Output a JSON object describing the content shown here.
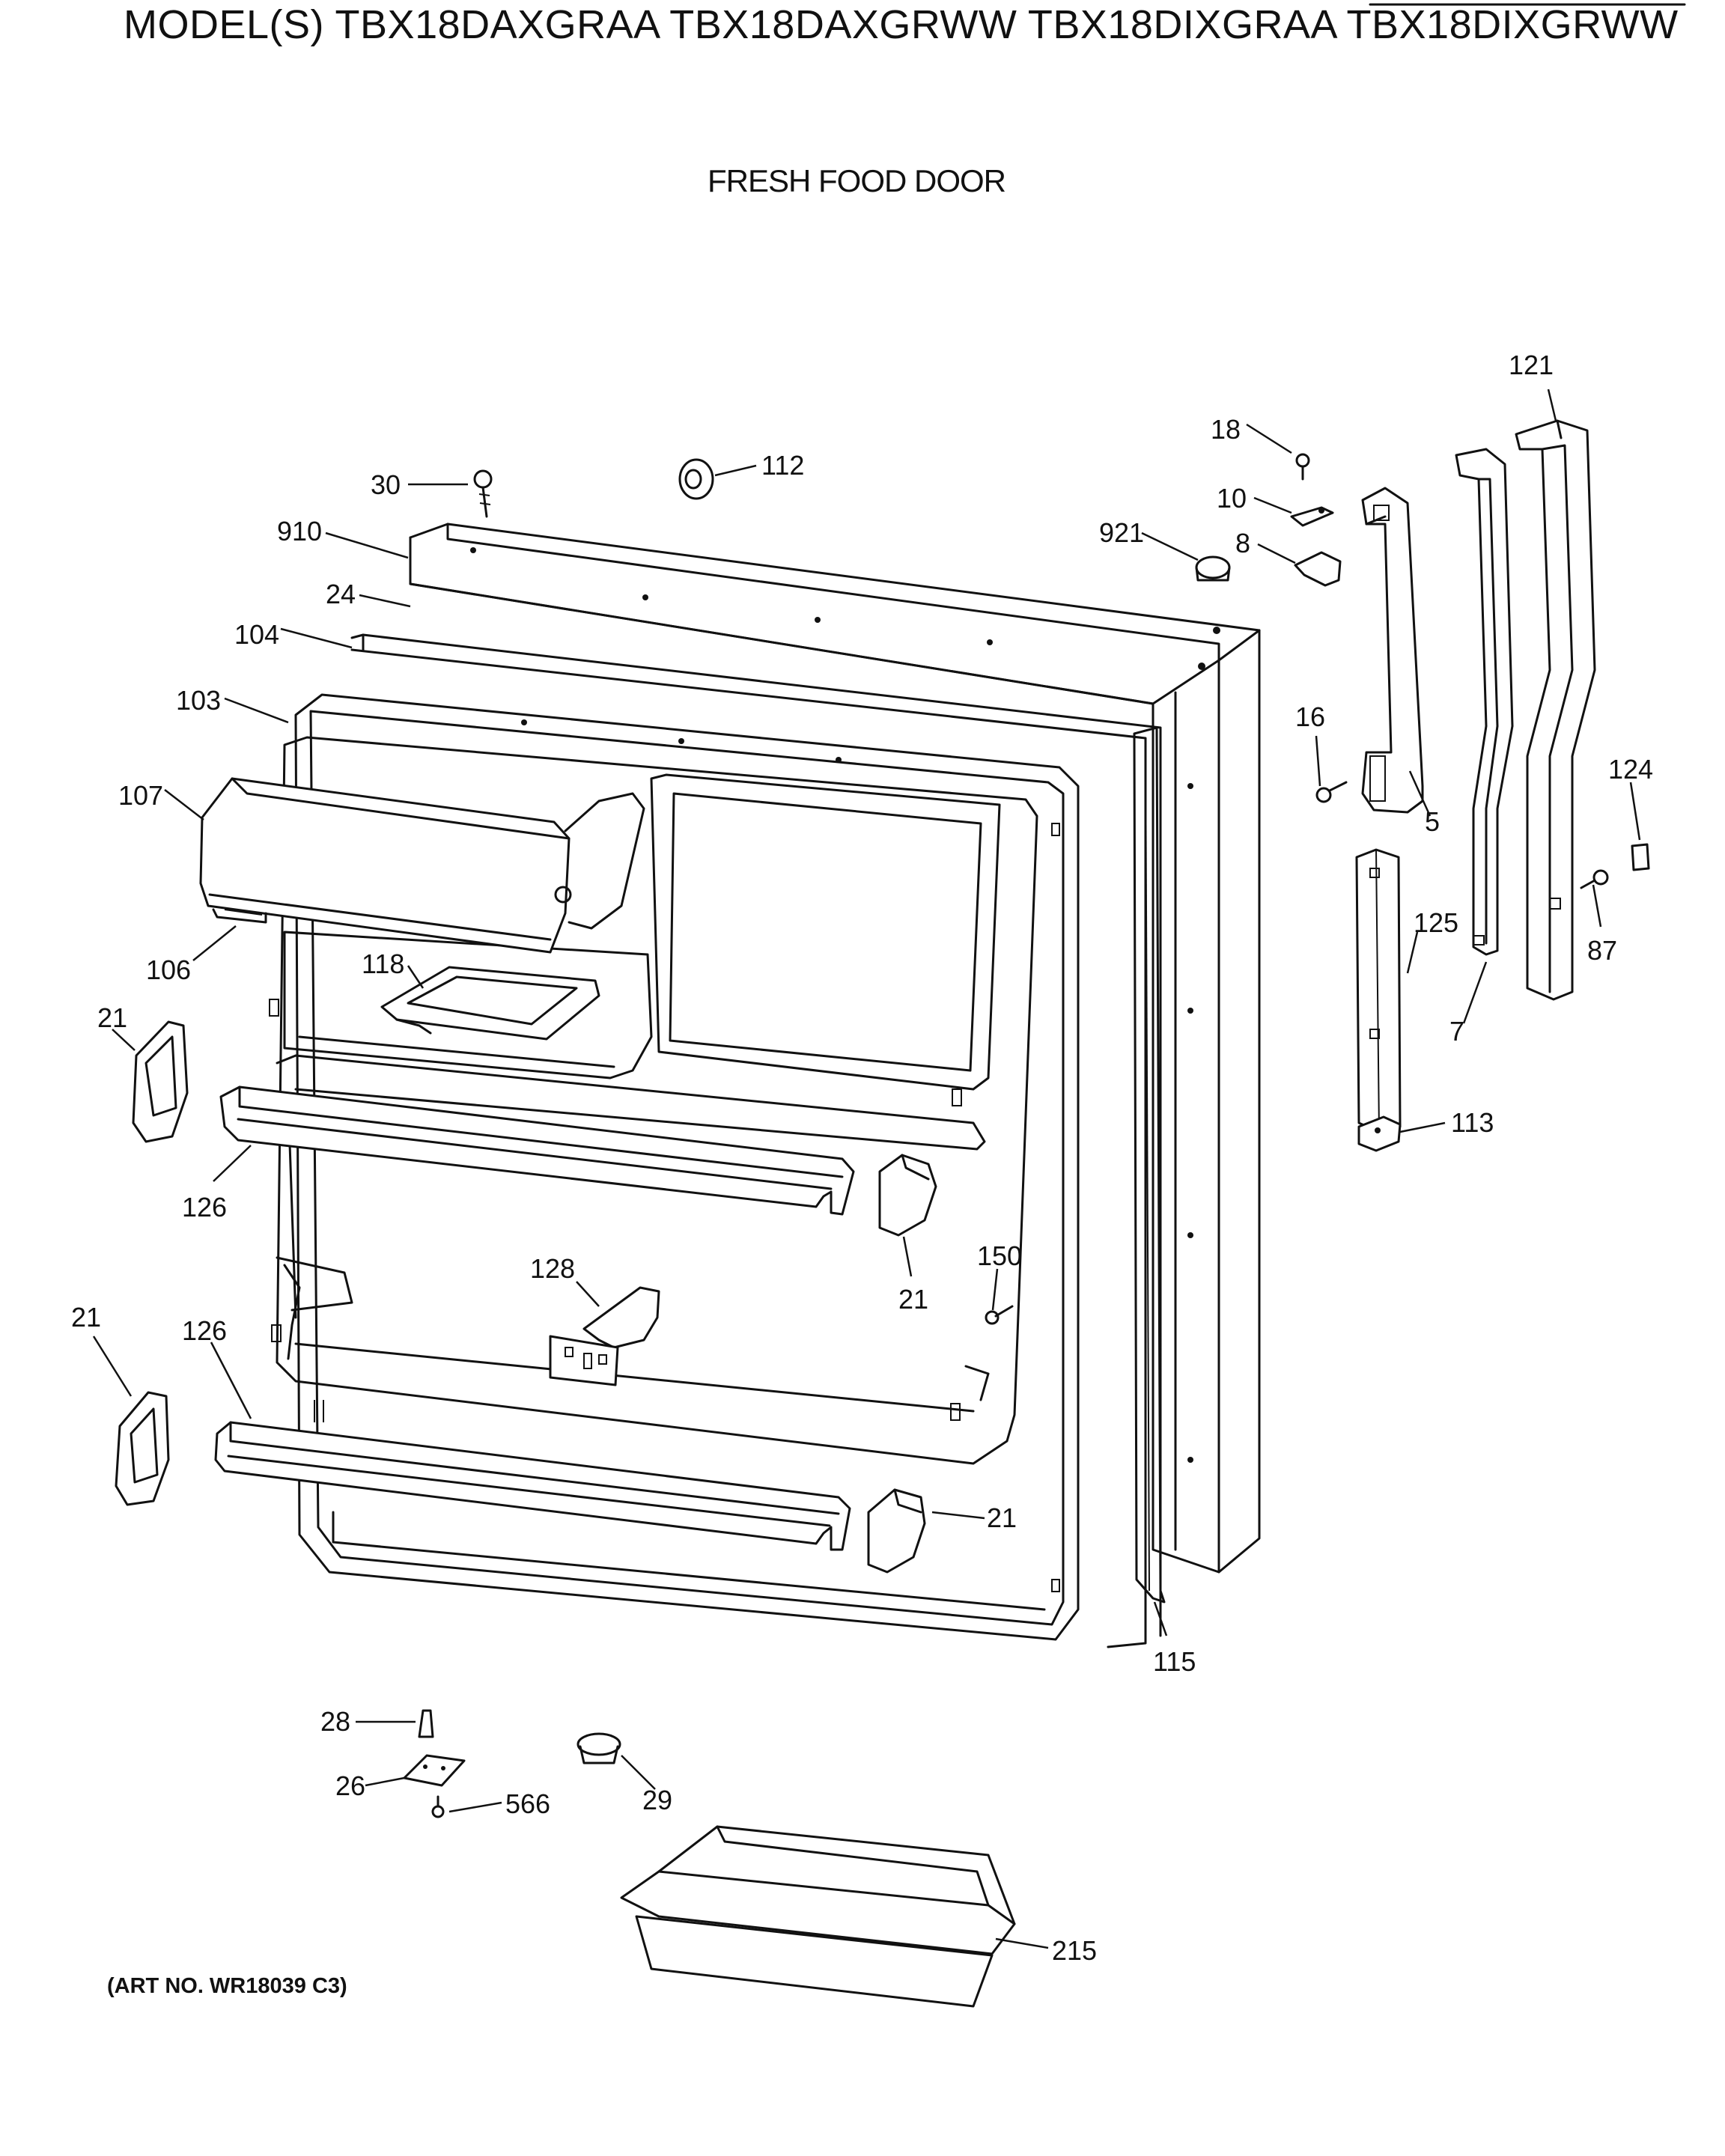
{
  "header": {
    "title": "MODEL(S) TBX18DAXGRAA TBX18DAXGRWW TBX18DIXGRAA TBX18DIXGRWW",
    "subtitle": "FRESH FOOD DOOR"
  },
  "footer": {
    "art_number": "(ART NO. WR18039 C3)"
  },
  "callouts": [
    "121",
    "18",
    "10",
    "921",
    "8",
    "112",
    "30",
    "910",
    "24",
    "104",
    "103",
    "16",
    "5",
    "124",
    "107",
    "87",
    "125",
    "7",
    "106",
    "118",
    "21",
    "113",
    "126",
    "150",
    "128",
    "21",
    "21",
    "126",
    "21",
    "115",
    "28",
    "26",
    "566",
    "29",
    "215"
  ]
}
